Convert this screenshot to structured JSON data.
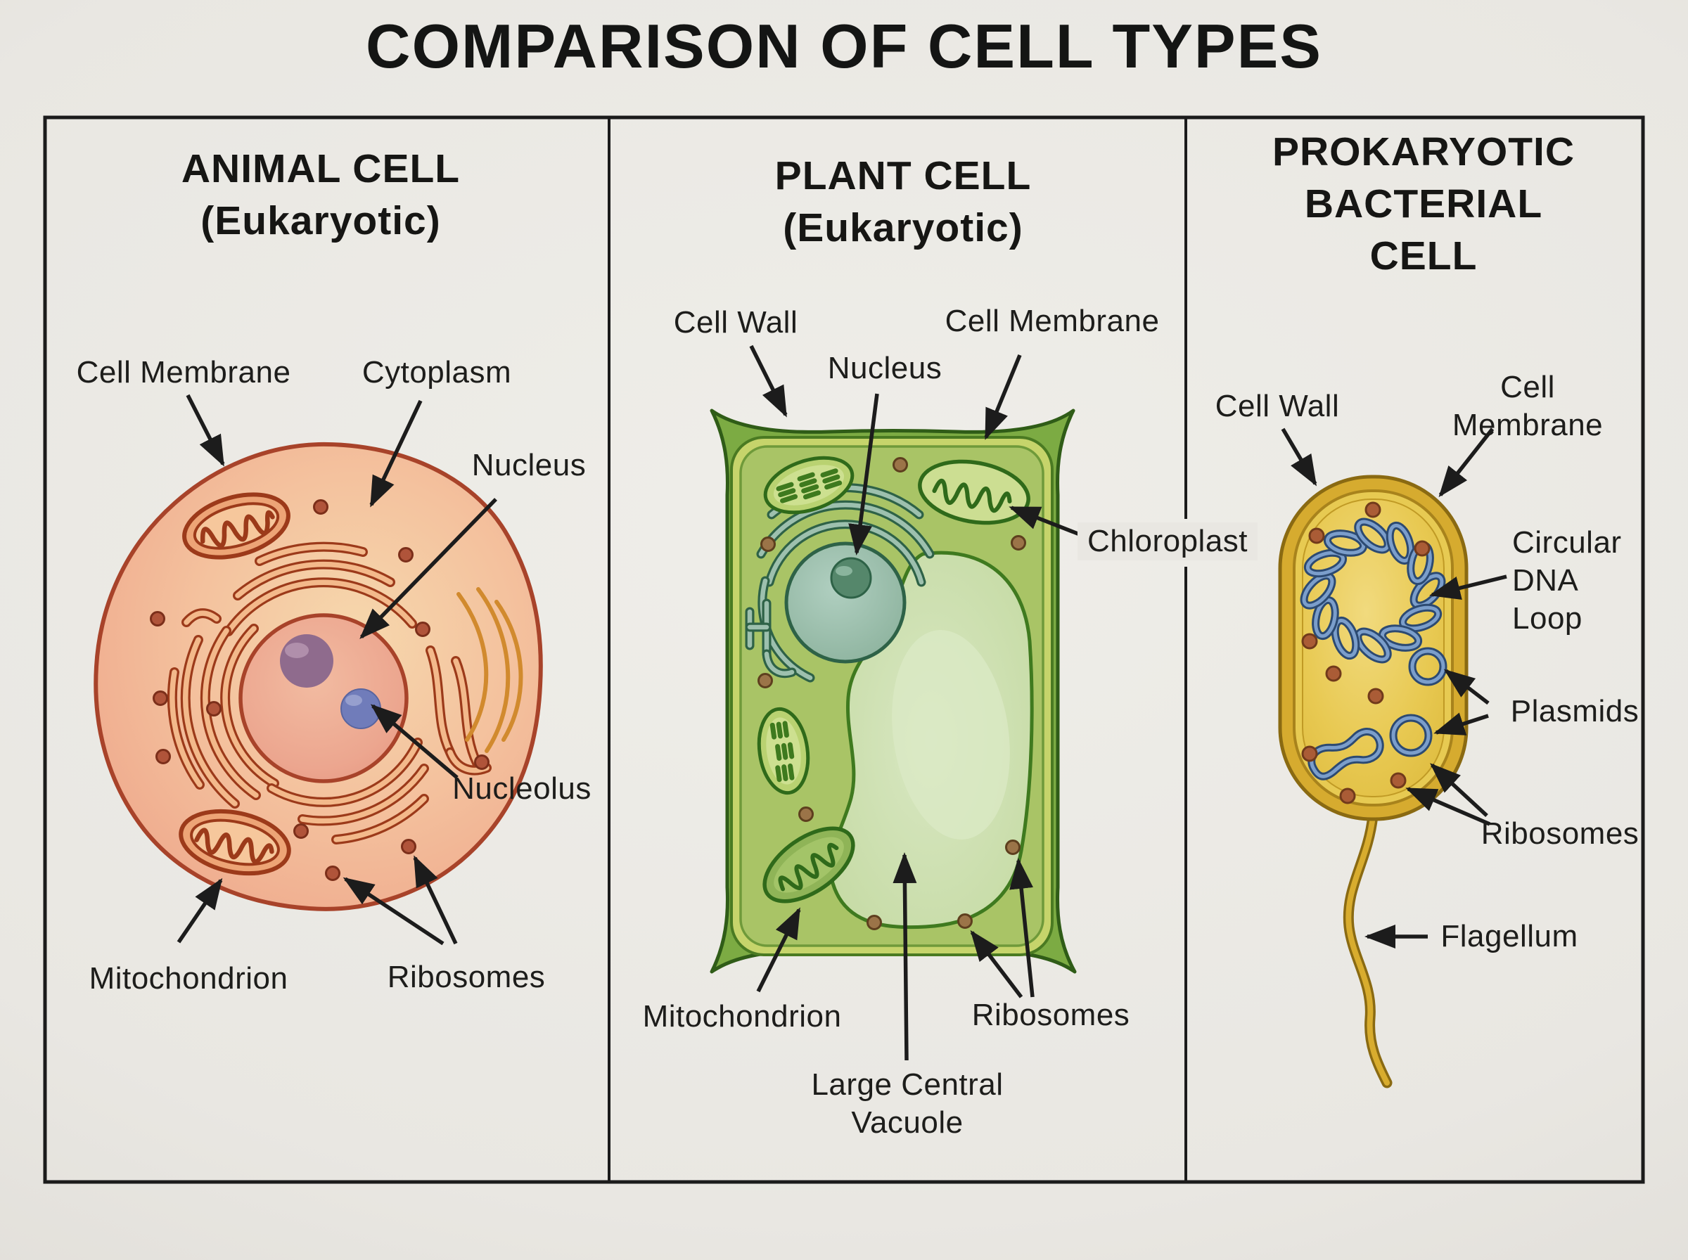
{
  "title": "COMPARISON OF CELL TYPES",
  "panels": {
    "animal": {
      "header": "ANIMAL CELL\n(Eukaryotic)",
      "labels": {
        "cell_membrane": "Cell Membrane",
        "cytoplasm": "Cytoplasm",
        "nucleus": "Nucleus",
        "nucleolus": "Nucleolus",
        "mitochondrion": "Mitochondrion",
        "ribosomes": "Ribosomes"
      }
    },
    "plant": {
      "header": "PLANT CELL\n(Eukaryotic)",
      "labels": {
        "cell_wall": "Cell Wall",
        "nucleus": "Nucleus",
        "cell_membrane": "Cell Membrane",
        "chloroplast": "Chloroplast",
        "mitochondrion": "Mitochondrion",
        "ribosomes": "Ribosomes",
        "vacuole": "Large Central\nVacuole"
      }
    },
    "prokaryotic": {
      "header": "PROKARYOTIC\nBACTERIAL CELL",
      "labels": {
        "cell_wall": "Cell Wall",
        "cell_membrane": "Cell Membrane",
        "circular_dna": "Circular\nDNA\nLoop",
        "plasmids": "Plasmids",
        "ribosomes": "Ribosomes",
        "flagellum": "Flagellum"
      }
    }
  },
  "colors": {
    "paper": "#e9e7e2",
    "ink": "#1c1c1a",
    "animal_body": "#f2b693",
    "animal_outline": "#a8432a",
    "nucleolus_purple": "#8f6b8d",
    "nucleolus_blue": "#707cba",
    "plant_wall": "#7cab43",
    "plant_outline": "#2f5c17",
    "plant_nucleus": "#8fb5a2",
    "vacuole": "#cbdfab",
    "bacteria_body": "#e2c045",
    "bacteria_outline": "#8a6a12",
    "dna_blue": "#7b9ecb"
  }
}
